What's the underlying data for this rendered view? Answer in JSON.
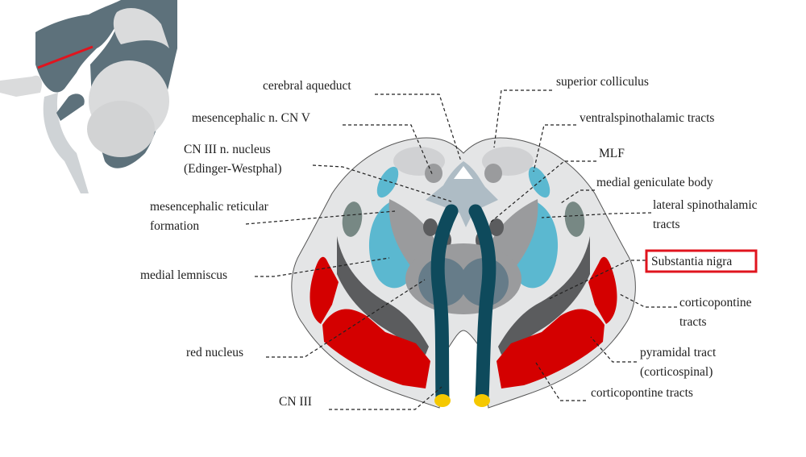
{
  "title": "Midbrain cross-section at the level of the superior colliculus",
  "highlight_color": "#e0141e",
  "colors": {
    "red_tracts": "#d40000",
    "blue_tracts": "#5bb8d0",
    "nerve": "#0e4a5c",
    "nerve_cap": "#f5c800"
  },
  "labels": {
    "cerebral_aqueduct": "cerebral aqueduct",
    "superior_colliculus": "superior colliculus",
    "mesencephalic_n_cn_v": "mesencephalic n. CN V",
    "ventral_spinothalamic": "ventralspinothalamic tracts",
    "cn3_nucleus_1": "CN III n. nucleus",
    "cn3_nucleus_2": "(Edinger-Westphal)",
    "mlf": "MLF",
    "medial_geniculate": "medial geniculate body",
    "reticular_1": "mesencephalic reticular",
    "reticular_2": "formation",
    "lateral_spinothalamic_1": "lateral spinothalamic",
    "lateral_spinothalamic_2": "tracts",
    "substantia_nigra": "Substantia nigra",
    "medial_lemniscus": "medial lemniscus",
    "corticopontine_1": "corticopontine",
    "corticopontine_2": "tracts",
    "red_nucleus": "red nucleus",
    "pyramidal_1": "pyramidal tract",
    "pyramidal_2": "(corticospinal)",
    "corticopontine_lower": "corticopontine tracts",
    "cn3": "CN III"
  }
}
